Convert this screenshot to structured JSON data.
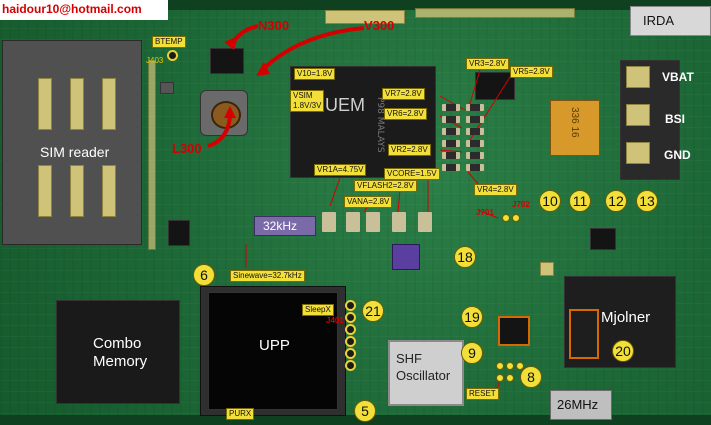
{
  "email": "haidour10@hotmail.com",
  "components": {
    "sim_reader": "SIM reader",
    "uem": "UEM",
    "uem_marking": "P98 MALAYS",
    "upp": "UPP",
    "combo_memory": "Combo\nMemory",
    "shf_oscillator": "SHF\nOscillator",
    "mjolner": "Mjolner",
    "crystal_32k": "32kHz",
    "crystal_26m": "26MHz",
    "irda": "IRDA",
    "vbat": "VBAT",
    "bsi": "BSI",
    "gnd": "GND",
    "cap_marking": "336 16"
  },
  "red_labels": {
    "n300": "N300",
    "v300": "V300",
    "l300": "L300"
  },
  "yellow_labels": {
    "btemp": "BTEMP",
    "j403": "J403",
    "v10": "V10=1.8V",
    "vsim": "VSIM\n1.8V/3V",
    "vr3": "VR3=2.8V",
    "vr5": "VR5=2.8V",
    "vr7": "VR7=2.8V",
    "vr6": "VR6=2.8V",
    "vr2": "VR2=2.8V",
    "vr4": "VR4=2.8V",
    "vr1a": "VR1A=4.75V",
    "vcore": "VCORE=1.5V",
    "vflash2": "VFLASH2=2.8V",
    "vana": "VANA=2.8V",
    "sinewave": "Sinewave=32.7kHz",
    "sleepx": "SleepX",
    "j401": "J401",
    "purx": "PURX",
    "reset": "RESET",
    "j702": "J702",
    "j701": "J701"
  },
  "test_points": [
    "10",
    "11",
    "12",
    "13",
    "18",
    "6",
    "21",
    "19",
    "9",
    "8",
    "20",
    "5"
  ],
  "colors": {
    "pcb": "#1f6b3c",
    "label_yellow": "#f2df3a",
    "red": "#d40000",
    "chip_black": "#141414"
  }
}
